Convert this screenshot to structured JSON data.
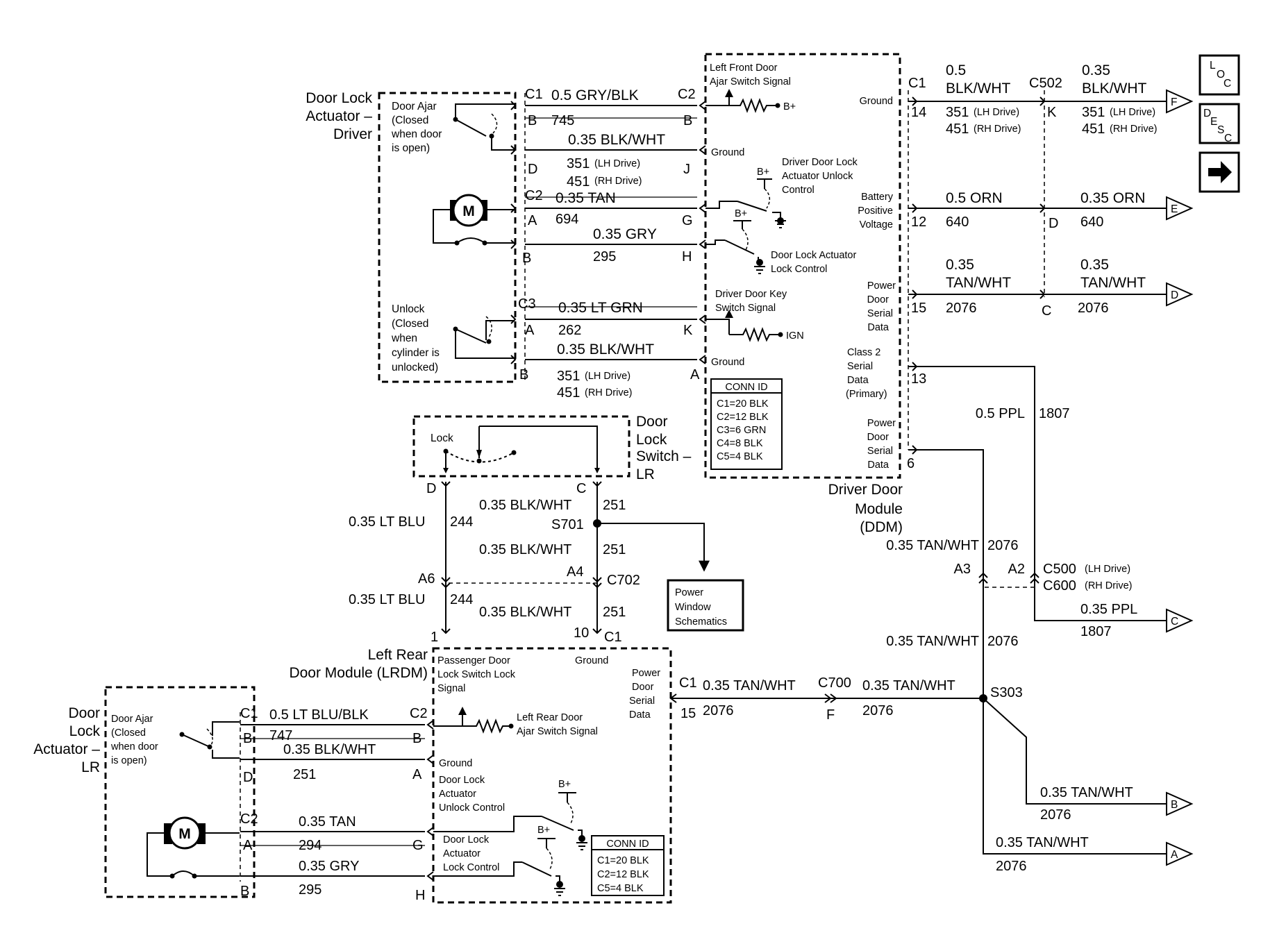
{
  "nav": {
    "loc_label": [
      "L",
      "O",
      "C"
    ],
    "desc_label": [
      "D",
      "E",
      "S",
      "C"
    ],
    "next_icon": "right-arrow-icon"
  },
  "components": {
    "dla_driver": [
      "Door Lock",
      "Actuator –",
      "Driver"
    ],
    "dla_lr": [
      "Door",
      "Lock",
      "Actuator –",
      "LR"
    ],
    "dls_lr": [
      "Door",
      "Lock",
      "Switch –",
      "LR"
    ],
    "ddm": [
      "Driver Door",
      "Module",
      "(DDM)"
    ],
    "lrdm": [
      "Left Rear",
      "Door Module (LRDM)"
    ],
    "power_window": [
      "Power",
      "Window",
      "Schematics"
    ]
  },
  "switches": {
    "ajar_driver": [
      "Door Ajar",
      "(Closed",
      "when door",
      "is open)"
    ],
    "unlock_driver": [
      "Unlock",
      "(Closed",
      "when",
      "cylinder is",
      "unlocked)"
    ],
    "ajar_lr": [
      "Door Ajar",
      "(Closed",
      "when door",
      "is open)"
    ],
    "lock": "Lock",
    "motor": "M"
  },
  "ddm_labels": {
    "ajar_signal": [
      "Left Front Door",
      "Ajar Switch Signal"
    ],
    "bplus": "B+",
    "ground": "Ground",
    "unlock_control": [
      "Driver Door Lock",
      "Actuator Unlock",
      "Control"
    ],
    "lock_control": [
      "Door Lock Actuator",
      "Lock Control"
    ],
    "key_switch": [
      "Driver Door Key",
      "Switch Signal"
    ],
    "ign": "IGN",
    "battery": [
      "Battery",
      "Positive",
      "Voltage"
    ],
    "pdsd": [
      "Power",
      "Door",
      "Serial",
      "Data"
    ],
    "class2": [
      "Class 2",
      "Serial",
      "Data",
      "(Primary)"
    ],
    "conn_title": "CONN ID",
    "conn_rows": [
      "C1=20 BLK",
      "C2=12 BLK",
      "C3=6 GRN",
      "C4=8 BLK",
      "C5=4 BLK"
    ]
  },
  "lrdm_labels": {
    "pass_switch": [
      "Passenger Door",
      "Lock Switch Lock",
      "Signal"
    ],
    "ground": "Ground",
    "ajar_signal": [
      "Left Rear Door",
      "Ajar Switch Signal"
    ],
    "pdsd": [
      "Power",
      "Door",
      "Serial",
      "Data"
    ],
    "unlock_control": [
      "Door Lock",
      "Actuator",
      "Unlock Control"
    ],
    "lock_control": [
      "Door Lock",
      "Actuator",
      "Lock Control"
    ],
    "bplus": "B+",
    "conn_title": "CONN ID",
    "conn_rows": [
      "C1=20 BLK",
      "C2=12 BLK",
      "C5=4 BLK"
    ]
  },
  "connectors": {
    "c1": "C1",
    "c2": "C2",
    "c3": "C3",
    "c502": "C502",
    "c702": "C702",
    "c700": "C700",
    "s701": "S701",
    "s303": "S303",
    "c500": "C500",
    "c600": "C600",
    "lh_drive": "(LH Drive)",
    "rh_drive": "(RH Drive)"
  },
  "pins": {
    "B": "B",
    "D": "D",
    "J": "J",
    "A": "A",
    "G": "G",
    "H": "H",
    "K": "K",
    "C": "C",
    "F": "F",
    "p14": "14",
    "p12": "12",
    "p15": "15",
    "p13": "13",
    "p6": "6",
    "A6": "A6",
    "A4": "A4",
    "A3": "A3",
    "A2": "A2",
    "p1": "1",
    "p10": "10"
  },
  "wires": {
    "gry_blk_05": "0.5 GRY/BLK",
    "c745": "745",
    "blk_wht_035": "0.35 BLK/WHT",
    "blk_wht_05": "0.5",
    "blk_wht_05b": "BLK/WHT",
    "blk_wht_035a": "0.35",
    "blk_wht_035b": "BLK/WHT",
    "c351": "351",
    "c451": "451",
    "tan_035": "0.35 TAN",
    "c694": "694",
    "gry_035": "0.35 GRY",
    "c295": "295",
    "ltgrn_035": "0.35 LT GRN",
    "c262": "262",
    "orn_05": "0.5 ORN",
    "orn_035": "0.35 ORN",
    "c640": "640",
    "tanwht_035a": "0.35",
    "tanwht_035b": "TAN/WHT",
    "tanwht_035": "0.35 TAN/WHT",
    "c2076": "2076",
    "ppl_05": "0.5 PPL",
    "ppl_035": "0.35 PPL",
    "c1807": "1807",
    "ltblu_035": "0.35 LT BLU",
    "c244": "244",
    "c251": "251",
    "ltblu_blk_05": "0.5 LT BLU/BLK",
    "c747": "747",
    "c294": "294"
  },
  "off_page": {
    "F": "F",
    "E": "E",
    "D": "D",
    "C": "C",
    "B": "B",
    "A": "A"
  }
}
